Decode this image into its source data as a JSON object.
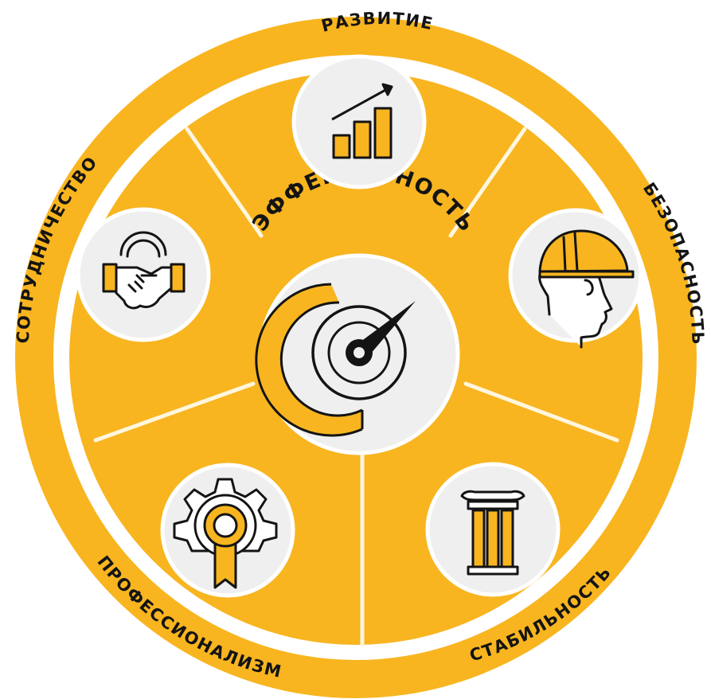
{
  "diagram": {
    "center_title": "ЭФФЕКТИВНОСТЬ",
    "center_icon": "speedometer-gauge-icon",
    "segments": [
      {
        "label": "РАЗВИТИЕ",
        "icon": "growth-chart-arrow-icon"
      },
      {
        "label": "БЕЗОПАСНОСТЬ",
        "icon": "worker-hard-hat-icon"
      },
      {
        "label": "СТАБИЛЬНОСТЬ",
        "icon": "column-pillar-icon"
      },
      {
        "label": "ПРОФЕССИОНАЛИЗМ",
        "icon": "gear-medal-icon"
      },
      {
        "label": "СОТРУДНИЧЕСТВО",
        "icon": "handshake-icon"
      }
    ],
    "colors": {
      "accent": "#F8B520",
      "dark": "#141414",
      "icon_circle": "#EFEFEF",
      "background": "#FFFFFF"
    }
  }
}
